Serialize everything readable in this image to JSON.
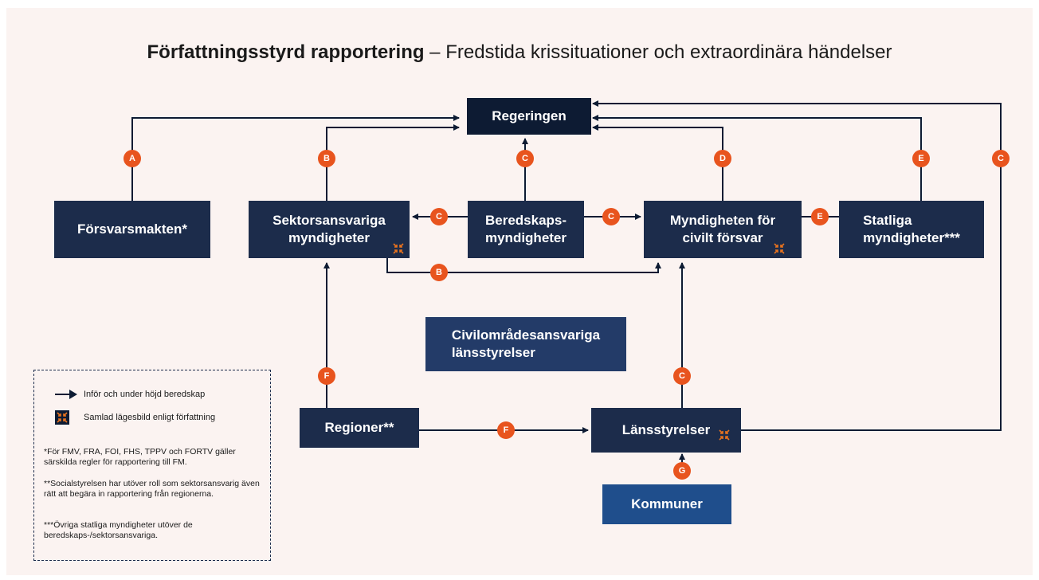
{
  "title": {
    "bold": "Författningsstyrd rapportering",
    "rest": " – Fredstida krissituationer och extraordinära händelser"
  },
  "colors": {
    "background": "#fbf3f1",
    "box_dark": "#1c2c4b",
    "box_regering": "#0d1b33",
    "box_mid": "#233b68",
    "box_blue": "#1f4e8c",
    "badge": "#e8541e",
    "line": "#0d1b33"
  },
  "boxes": {
    "regeringen": "Regeringen",
    "forsvarsmakten": "Försvarsmakten*",
    "sektorsansvariga": "Sektorsansvariga\nmyndigheter",
    "beredskaps": "Beredskaps-\nmyndigheter",
    "mcf": "Myndigheten för\ncivilt försvar",
    "statliga": "Statliga\nmyndigheter***",
    "civilomrade": "Civilområdesansvariga\nlänsstyrelser",
    "regioner": "Regioner**",
    "lansstyrelser": "Länsstyrelser",
    "kommuner": "Kommuner"
  },
  "badges": {
    "a": "A",
    "b_top": "B",
    "c_top": "C",
    "d": "D",
    "e_top": "E",
    "c_right": "C",
    "c_left": "C",
    "c_mid": "C",
    "e_mid": "E",
    "b_low": "B",
    "f_left": "F",
    "c_lan": "C",
    "f_mid": "F",
    "g": "G"
  },
  "legend": {
    "arrow_label": "Inför och under höjd beredskap",
    "icon_label": "Samlad lägesbild enligt författning",
    "arrow_icon": "right-arrow-icon",
    "lagesbild_icon": "collapse-arrows-icon",
    "notes": [
      "*För FMV, FRA, FOI, FHS, TPPV och FORTV gäller särskilda regler för rapportering till FM.",
      "**Socialstyrelsen har utöver roll som sektorsansvarig även rätt att begära in rapportering från regionerna.",
      "***Övriga statliga myndigheter utöver de beredskaps-/sektorsansvariga."
    ]
  }
}
